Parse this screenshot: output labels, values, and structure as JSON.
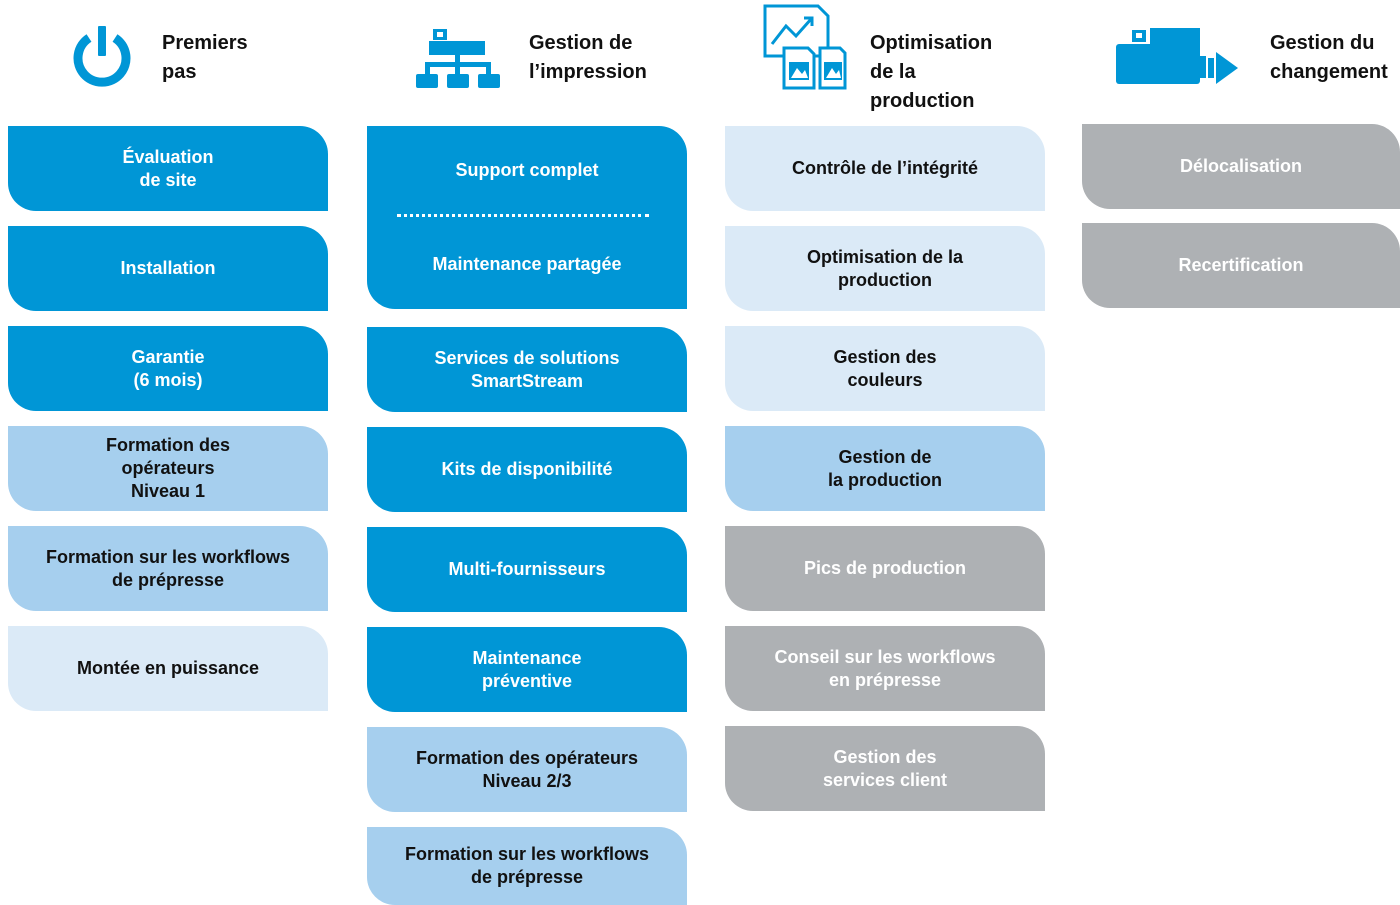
{
  "colors": {
    "blue": "#0096d6",
    "mid_blue": "#a6cfee",
    "light_blue": "#dbeaf7",
    "grey": "#aeb1b4"
  },
  "columns": [
    {
      "title": "Premiers\npas",
      "icon": "power-icon",
      "cards": [
        {
          "label": "Évaluation\nde site",
          "color": "blue"
        },
        {
          "label": "Installation",
          "color": "blue"
        },
        {
          "label": "Garantie\n(6 mois)",
          "color": "blue"
        },
        {
          "label": "Formation des\nopérateurs\nNiveau 1",
          "color": "mid_blue"
        },
        {
          "label": "Formation sur les workflows\nde prépresse",
          "color": "mid_blue"
        },
        {
          "label": "Montée en puissance",
          "color": "light_blue"
        }
      ]
    },
    {
      "title": "Gestion de\nl’impression",
      "icon": "hierarchy-icon",
      "cards": [
        {
          "label": "Support complet",
          "label2": "Maintenance partagée",
          "color": "blue"
        },
        {
          "label": "Services de solutions\nSmartStream",
          "color": "blue"
        },
        {
          "label": "Kits de disponibilité",
          "color": "blue"
        },
        {
          "label": "Multi-fournisseurs",
          "color": "blue"
        },
        {
          "label": "Maintenance\npréventive",
          "color": "blue"
        },
        {
          "label": "Formation des opérateurs\nNiveau 2/3",
          "color": "mid_blue"
        },
        {
          "label": "Formation sur les workflows\nde prépresse",
          "color": "mid_blue"
        }
      ]
    },
    {
      "title": "Optimisation\nde la\nproduction",
      "icon": "documents-chart-icon",
      "cards": [
        {
          "label": "Contrôle de l’intégrité",
          "color": "light_blue"
        },
        {
          "label": "Optimisation de la\nproduction",
          "color": "light_blue"
        },
        {
          "label": "Gestion des\ncouleurs",
          "color": "light_blue"
        },
        {
          "label": "Gestion de\nla production",
          "color": "mid_blue"
        },
        {
          "label": "Pics de production",
          "color": "grey"
        },
        {
          "label": "Conseil sur les workflows\nen prépresse",
          "color": "grey"
        },
        {
          "label": "Gestion des\nservices client",
          "color": "grey"
        }
      ]
    },
    {
      "title": "Gestion du\nchangement",
      "icon": "printer-move-icon",
      "cards": [
        {
          "label": "Délocalisation",
          "color": "grey"
        },
        {
          "label": "Recertification",
          "color": "grey"
        }
      ]
    }
  ]
}
